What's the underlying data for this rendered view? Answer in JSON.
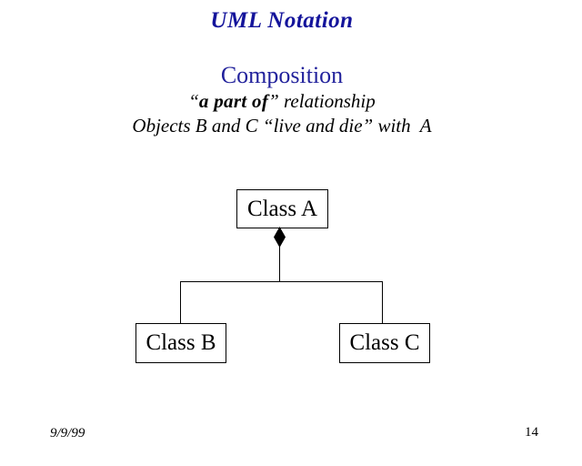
{
  "slide": {
    "title": "UML Notation",
    "subtitle": "Composition",
    "line1": {
      "prefix": "“",
      "bold": "a part of",
      "suffix": "” relationship"
    },
    "line2": "Objects B and C “live and die” with  A",
    "footer_date": "9/9/99",
    "page_number": "14"
  },
  "diagram": {
    "type": "uml-class-diagram",
    "relationship": "composition",
    "connector_symbol": "filled-diamond",
    "nodes": [
      {
        "label": "Class A",
        "role": "whole"
      },
      {
        "label": "Class B",
        "role": "part"
      },
      {
        "label": "Class C",
        "role": "part"
      }
    ],
    "edges": [
      {
        "from": "Class A",
        "to": "Class B",
        "kind": "composition"
      },
      {
        "from": "Class A",
        "to": "Class C",
        "kind": "composition"
      }
    ]
  },
  "colors": {
    "title_blue": "#14149B",
    "subtitle_blue": "#22229C",
    "line_color": "#000000",
    "background": "#ffffff"
  }
}
